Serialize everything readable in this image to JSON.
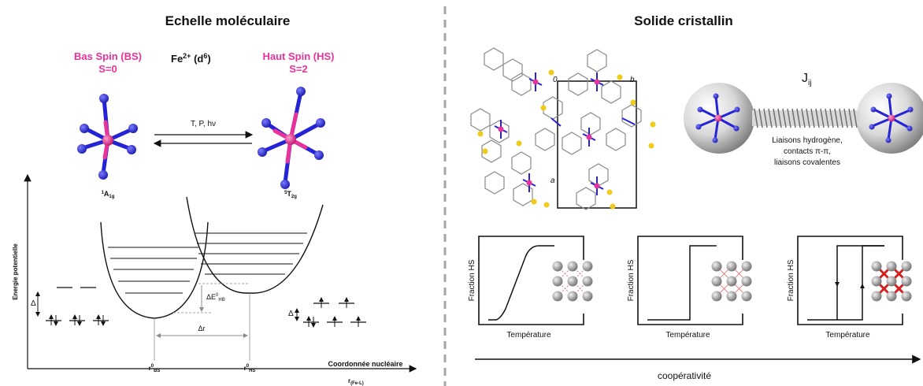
{
  "left_panel": {
    "title": "Echelle moléculaire",
    "bs_label_line1": "Bas Spin (BS)",
    "bs_label_line2": "S=0",
    "center_ion": "Fe",
    "center_ion_sup": "2+",
    "center_d": "(d",
    "center_d_sup": "6",
    "center_d_close": ")",
    "hs_label_line1": "Haut Spin (HS)",
    "hs_label_line2": "S=2",
    "stimulus": "T, P, hν",
    "term_bs": {
      "sup": "1",
      "main": "A",
      "sub": "1g"
    },
    "term_hs": {
      "sup": "5",
      "main": "T",
      "sub": "2g"
    },
    "y_axis_label": "Energie potentielle",
    "x_axis_label": "Coordonnée nucléaire",
    "x_axis_sub": "r",
    "x_axis_sub_sub": "(Fe-L)",
    "delta_e_label": {
      "main": "ΔE",
      "sup": "0",
      "sub": "HB"
    },
    "delta_r_label": "Δr",
    "r0_bs": {
      "main": "r",
      "sup": "0",
      "sub": "BS"
    },
    "r0_hs": {
      "main": "r",
      "sup": "0",
      "sub": "HS"
    },
    "delta_symbol": "Δ"
  },
  "right_panel": {
    "title": "Solide cristallin",
    "cell_labels": {
      "origin": "0",
      "b": "b",
      "a": "a"
    },
    "coupling_label": "J",
    "coupling_sub": "ij",
    "interactions_line1": "Liaisons hydrogène,",
    "interactions_line2": "contacts π-π,",
    "interactions_line3": "liaisons covalentes",
    "plots": [
      {
        "ylabel": "Fraction HS",
        "xlabel": "Température",
        "behaviour": "gradual"
      },
      {
        "ylabel": "Fraction HS",
        "xlabel": "Température",
        "behaviour": "abrupt"
      },
      {
        "ylabel": "Fraction HS",
        "xlabel": "Température",
        "behaviour": "hysteresis"
      }
    ],
    "arrow_label": "coopérativité"
  },
  "colors": {
    "magenta": "#e8339a",
    "cobalt": "#2424d6",
    "divider": "#a6a6a6",
    "red_cross": "#d42020",
    "sphere_grey": "#a6a6a6"
  }
}
